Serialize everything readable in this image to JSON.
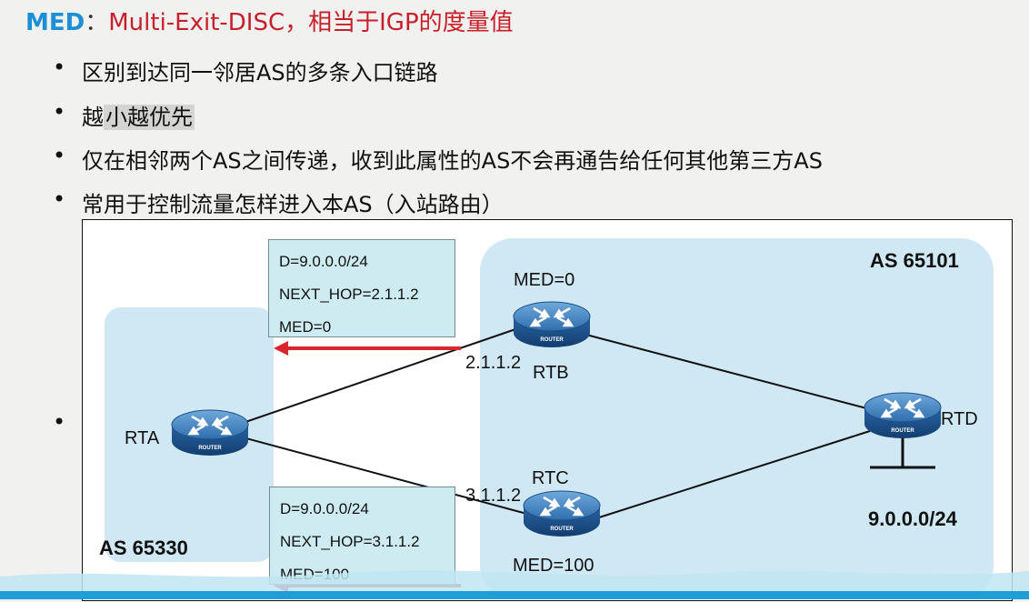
{
  "title": {
    "key": "MED",
    "separator": "：",
    "rest": "Multi-Exit-DISC，相当于IGP的度量值"
  },
  "bullets": [
    {
      "pre": "区别到达同一邻居AS的多条入口链路",
      "highlight": "",
      "post": ""
    },
    {
      "pre": "越",
      "highlight": "小越优先",
      "post": ""
    },
    {
      "pre": "仅在相邻两个AS之间传递，收到此属性的AS不会再通告给任何其他第三方AS",
      "highlight": "",
      "post": ""
    },
    {
      "pre": "常用于控制流量怎样进入本AS（入站路由）",
      "highlight": "",
      "post": ""
    }
  ],
  "bullet_char": "•",
  "diagram": {
    "as_left": "AS 65330",
    "as_right": "AS 65101",
    "router_icon_text": "ROUTER",
    "routers": {
      "rta": "RTA",
      "rtb": "RTB",
      "rtc": "RTC",
      "rtd": "RTD"
    },
    "med_rtb": "MED=0",
    "med_rtc": "MED=100",
    "ip_rtb": "2.1.1.2",
    "ip_rtc": "3.1.1.2",
    "network": "9.0.0.0/24",
    "box_top": [
      "D=9.0.0.0/24",
      "NEXT_HOP=2.1.1.2",
      "MED=0"
    ],
    "box_bottom": [
      "D=9.0.0.0/24",
      "NEXT_HOP=3.1.1.2",
      "MED=100"
    ],
    "colors": {
      "as_region": "#cfe8f3",
      "infobox": "#cdebf0",
      "arrow": "#d8262d",
      "router_top": "#4a8cc9",
      "router_dark": "#1f5a97"
    }
  }
}
